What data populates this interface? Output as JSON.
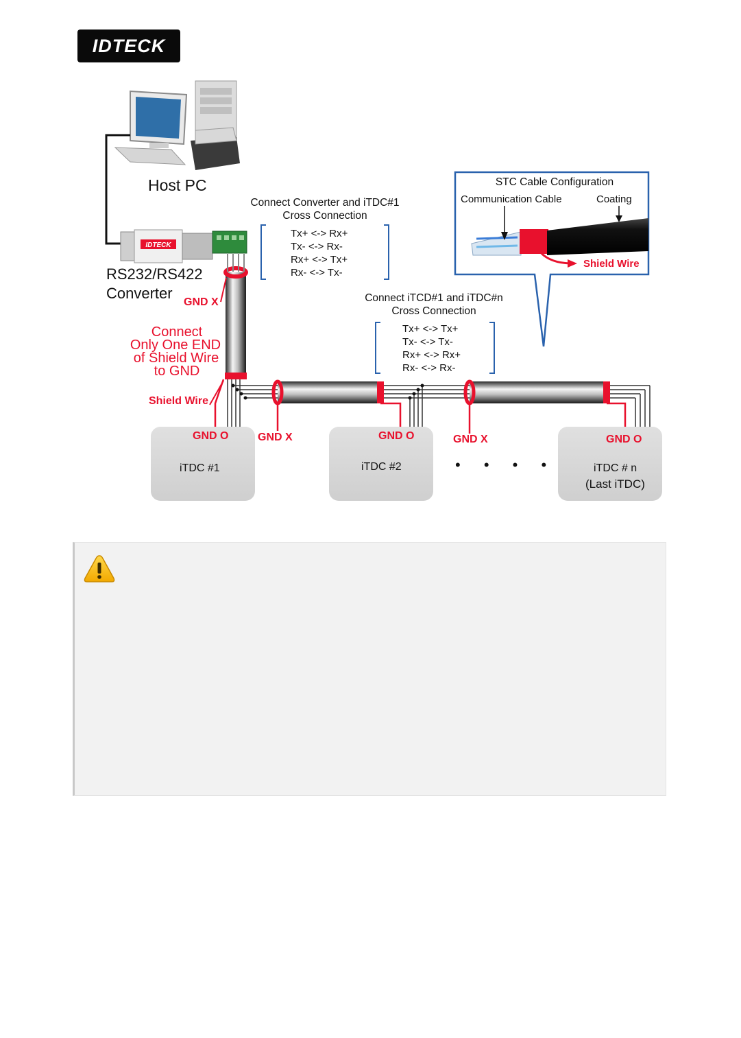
{
  "logo": {
    "text": "IDTECK"
  },
  "diagram": {
    "host_pc": "Host PC",
    "converter": {
      "line1": "RS232/RS422",
      "line2": "Converter",
      "device_label": "IDTECK"
    },
    "gnd_x": "GND X",
    "gnd_o": "GND O",
    "shield_wire": "Shield Wire",
    "connect_note": [
      "Connect",
      "Only One END",
      "of Shield Wire",
      "to GND"
    ],
    "cross1": {
      "title1": "Connect Converter and iTDC#1",
      "title2": "Cross Connection",
      "lines": [
        "Tx+ <-> Rx+",
        "Tx-  <-> Rx-",
        "Rx+ <-> Tx+",
        "Rx-  <-> Tx-"
      ]
    },
    "cross2": {
      "title1": "Connect iTCD#1 and iTDC#n",
      "title2": "Cross Connection",
      "lines": [
        "Tx+ <-> Tx+",
        "Tx-  <-> Tx-",
        "Rx+ <-> Rx+",
        "Rx-  <-> Rx-"
      ]
    },
    "stc": {
      "title": "STC Cable Configuration",
      "comm_cable": "Communication Cable",
      "coating": "Coating",
      "shield_wire": "Shield Wire"
    },
    "devices": [
      {
        "name": "iTDC #1",
        "sub": ""
      },
      {
        "name": "iTDC #2",
        "sub": ""
      },
      {
        "name": "iTDC # n",
        "sub": "(Last iTDC)"
      }
    ],
    "ellipsis": "• • • •"
  },
  "notice": {
    "icon": "warning-icon"
  },
  "colors": {
    "accent_red": "#e8112d",
    "box_blue": "#2a62ad",
    "device_gray": "#d9d9d9"
  }
}
